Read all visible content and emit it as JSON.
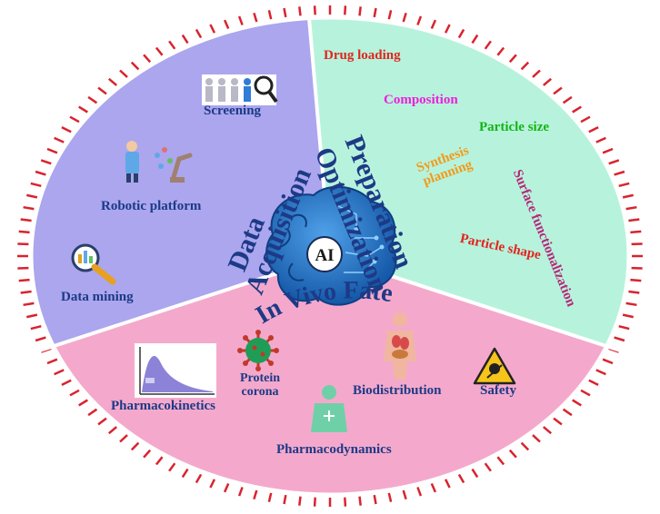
{
  "center": {
    "label": "AI"
  },
  "sections": {
    "data_acquisition": {
      "title_line1": "Data",
      "title_line2": "Acquisition",
      "items": {
        "screening": "Screening",
        "robotic_platform": "Robotic platform",
        "data_mining": "Data mining"
      }
    },
    "preparation_optimization": {
      "title_line1": "Preparation",
      "title_line2": "Optimization",
      "items": {
        "drug_loading": "Drug loading",
        "composition": "Composition",
        "particle_size": "Particle size",
        "synthesis_planning_l1": "Synthesis",
        "synthesis_planning_l2": "planning",
        "surface_functionalization": "Surface functionalization",
        "particle_shape": "Particle shape"
      }
    },
    "in_vivo_fate": {
      "title": "In Vivo Fate",
      "items": {
        "pharmacokinetics": "Pharmacokinetics",
        "protein_corona_l1": "Protein",
        "protein_corona_l2": "corona",
        "biodistribution": "Biodistribution",
        "safety": "Safety",
        "pharmacodynamics": "Pharmacodynamics"
      }
    }
  },
  "colors": {
    "data_acquisition_bg": "#aba6ee",
    "preparation_bg": "#b7f3dc",
    "in_vivo_bg": "#f4a9cc",
    "section_title": "#1d3a86",
    "tick_marks": "#d9232e",
    "drug_loading": "#e0261f",
    "composition": "#ee1ddc",
    "particle_size": "#14b514",
    "synthesis_planning": "#f39a1a",
    "surface_functionalization": "#b5287a",
    "particle_shape": "#e0261f",
    "item_text": "#1d3a86"
  },
  "icons": [
    "screening-icon",
    "robotic-platform-icon",
    "data-mining-icon",
    "pharmacokinetics-chart-icon",
    "virus-icon",
    "human-body-icon",
    "warning-sign-icon",
    "brain-chip-icon"
  ]
}
